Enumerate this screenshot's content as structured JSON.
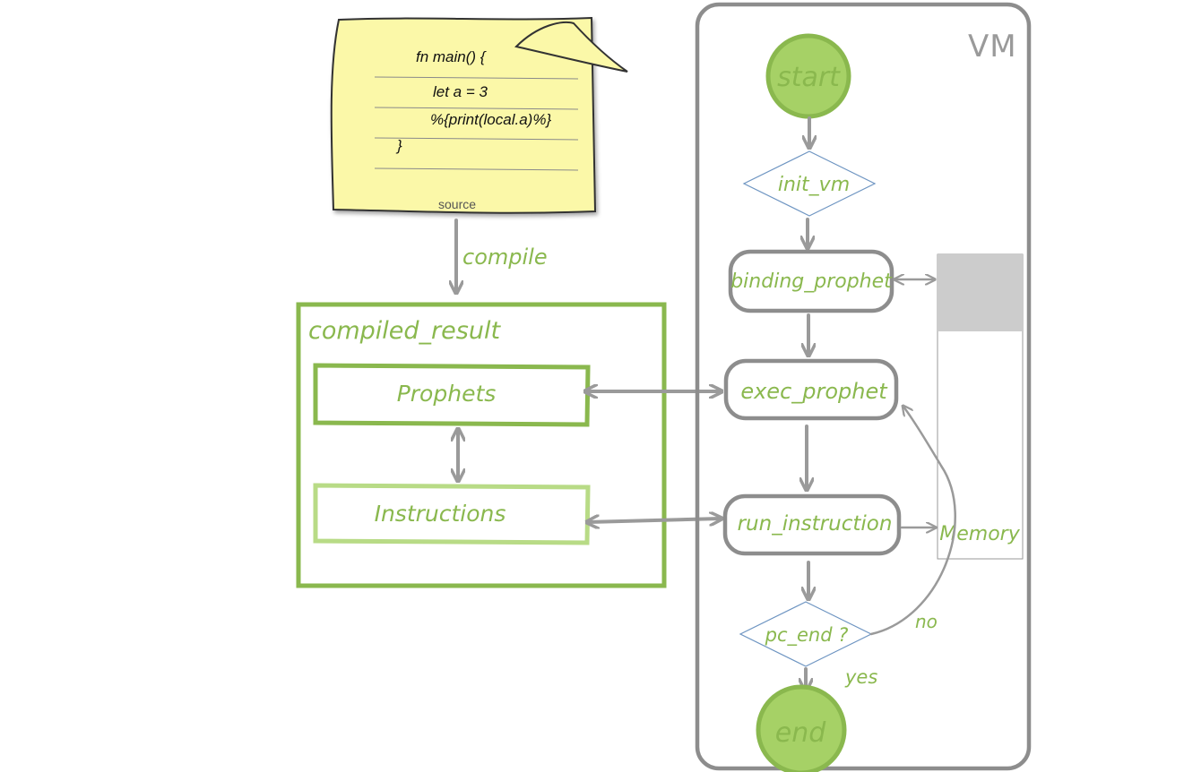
{
  "source": {
    "code_lines": [
      "fn main() {",
      "let a  = 3",
      "%{print(local.a)%}",
      "}"
    ],
    "caption": "source"
  },
  "labels": {
    "compile": "compile",
    "compiled_result": "compiled_result",
    "prophets": "Prophets",
    "instructions": "Instructions",
    "vm": "VM",
    "memory": "Memory",
    "no": "no",
    "yes": "yes"
  },
  "flow": {
    "start": "start",
    "init_vm": "init_vm",
    "binding_prophet": "binding_prophet",
    "exec_prophet": "exec_prophet",
    "run_instruction": "run_instruction",
    "pc_end": "pc_end ?",
    "end": "end"
  },
  "colors": {
    "note_fill": "#fbf8a8",
    "green_dark": "#8ab84e",
    "green_light": "#b8db86",
    "gray_border": "#8d8d8d",
    "memory_fill": "#cccccc",
    "diamond_stroke": "#6e95c2"
  }
}
